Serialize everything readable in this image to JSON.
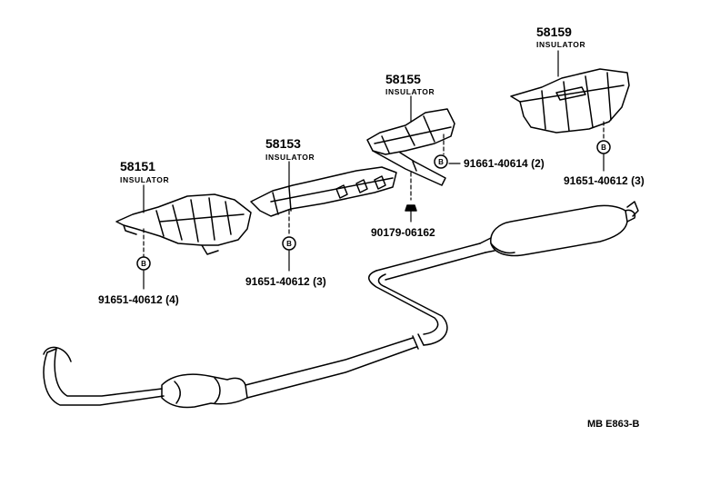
{
  "parts": [
    {
      "number": "58151",
      "name": "INSULATOR"
    },
    {
      "number": "58153",
      "name": "INSULATOR"
    },
    {
      "number": "58155",
      "name": "INSULATOR"
    },
    {
      "number": "58159",
      "name": "INSULATOR"
    }
  ],
  "fasteners": [
    {
      "part_no": "91651-40612 (4)",
      "badge": "B"
    },
    {
      "part_no": "91651-40612 (3)",
      "badge": "B"
    },
    {
      "part_no": "91661-40614 (2)",
      "badge": "B"
    },
    {
      "part_no": "90179-06162"
    },
    {
      "part_no": "91651-40612 (3)",
      "badge": "B"
    }
  ],
  "diagram_code": "MB E863-B"
}
